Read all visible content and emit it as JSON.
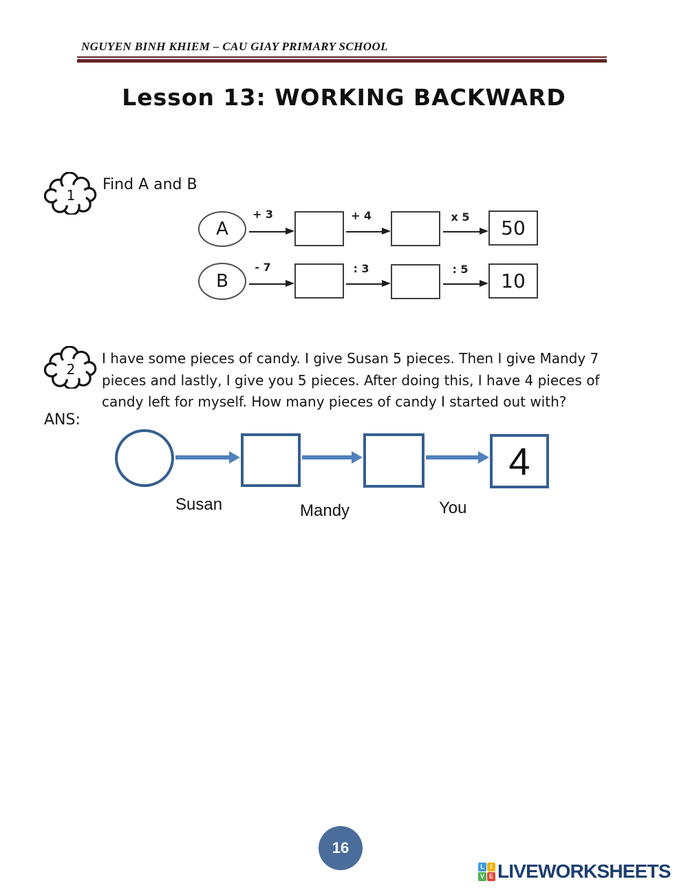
{
  "header": {
    "school": "NGUYEN BINH KHIEM – CAU GIAY PRIMARY SCHOOL"
  },
  "title": "Lesson 13: WORKING BACKWARD",
  "problem1": {
    "number": "1",
    "prompt": "Find A and B",
    "rows": [
      {
        "start": "A",
        "op1": "+ 3",
        "op2": "+ 4",
        "op3": "x 5",
        "result": "50"
      },
      {
        "start": "B",
        "op1": "- 7",
        "op2": ": 3",
        "op3": ": 5",
        "result": "10"
      }
    ]
  },
  "problem2": {
    "number": "2",
    "lines": [
      "I have some pieces of candy. I give Susan 5 pieces. Then I give Mandy 7",
      "pieces and lastly, I give you 5 pieces. After doing this, I have 4 pieces of",
      "candy left for myself. How many pieces of candy I started out with?"
    ],
    "ans_label": "ANS:",
    "diagram": {
      "final_value": "4",
      "labels": [
        "Susan",
        "Mandy",
        "You"
      ]
    }
  },
  "footer": {
    "page_number": "16",
    "brand": {
      "tiles": [
        "L",
        "I",
        "V",
        "E"
      ],
      "wordmark": "LIVEWORKSHEETS"
    }
  },
  "colors": {
    "maroon": "#622423",
    "blue_arrow": "#4f81bd",
    "blue_border": "#365f91",
    "page_circle": "#4a6d9b",
    "brand_navy": "#1c3e70",
    "tile_blue": "#3d9ae8",
    "tile_yellow": "#f0b315",
    "tile_green": "#52b153",
    "tile_red": "#e04638"
  }
}
